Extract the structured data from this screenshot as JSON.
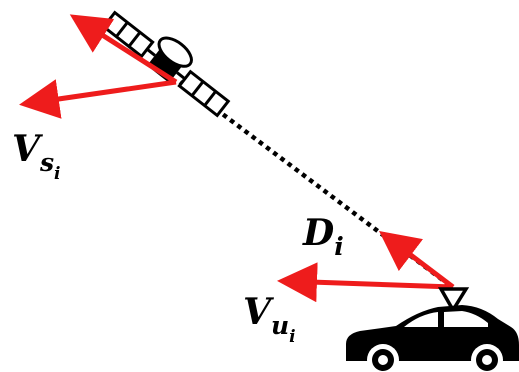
{
  "colors": {
    "arrow": "#ee1c1c",
    "ink": "#000000",
    "background": "#ffffff"
  },
  "icons": [
    "satellite-icon",
    "car-icon",
    "antenna-triangle-icon"
  ],
  "labels": {
    "satellite_velocity": {
      "main": "V",
      "sub": "s",
      "subsub": "i"
    },
    "user_velocity": {
      "main": "V",
      "sub": "u",
      "subsub": "i"
    },
    "distance": {
      "main": "D",
      "sub": "i"
    }
  }
}
